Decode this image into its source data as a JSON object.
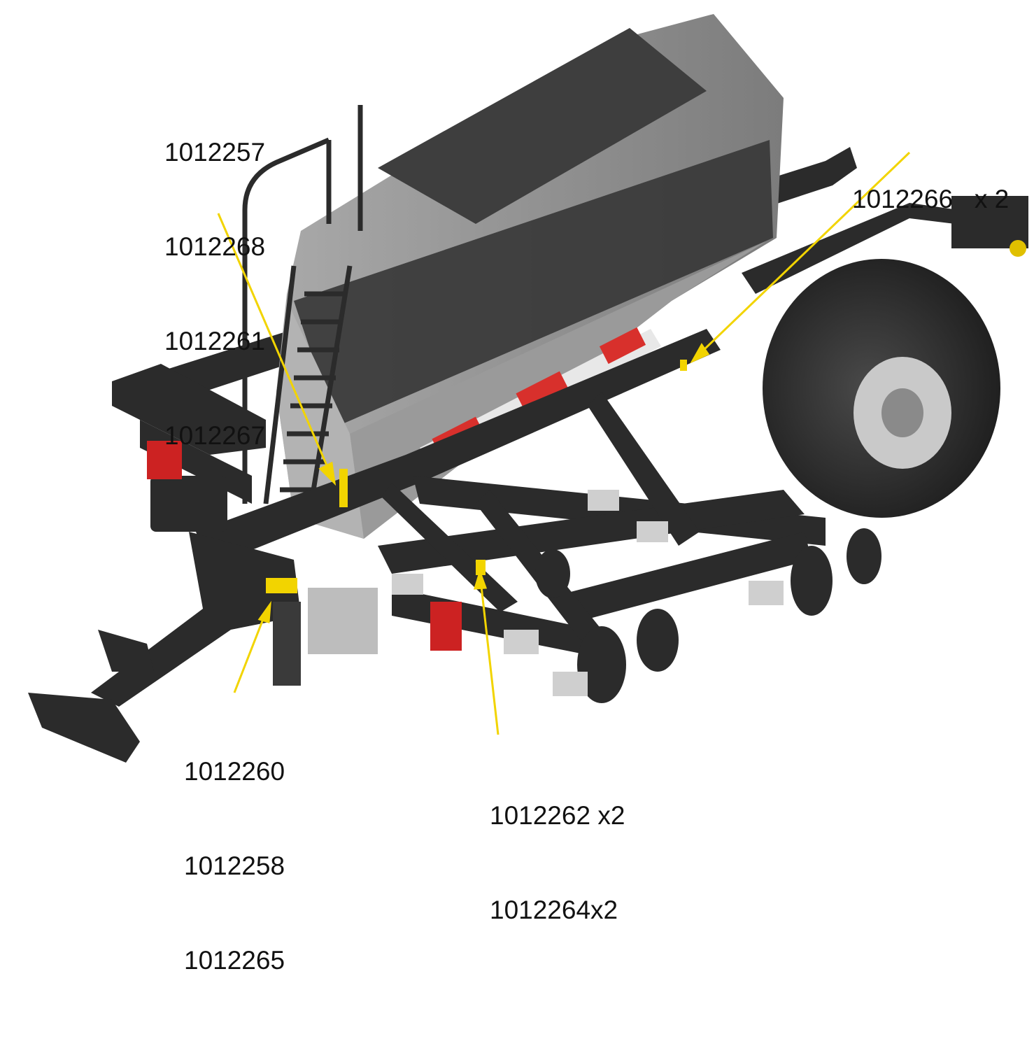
{
  "callouts": {
    "top_left": [
      "1012257",
      "1012268",
      "1012261",
      "1012267"
    ],
    "top_right": [
      "1012266   x 2"
    ],
    "bottom_left": [
      "1012260",
      "1012258",
      "1012265"
    ],
    "bottom_center": [
      "1012262 x2",
      "1012264x2"
    ]
  },
  "colors": {
    "leader_line": "#f2d400",
    "frame": "#2b2b2b",
    "tank_grey": "#8f8f8f",
    "tank_dark": "#3a3a3a",
    "tire": "#2a2a2a",
    "rim": "#c9c9c9",
    "roller_red": "#d8302c",
    "roller_white": "#e8e8e8"
  },
  "icons": [
    "seed-drill-illustration",
    "decal-marker-icon"
  ]
}
